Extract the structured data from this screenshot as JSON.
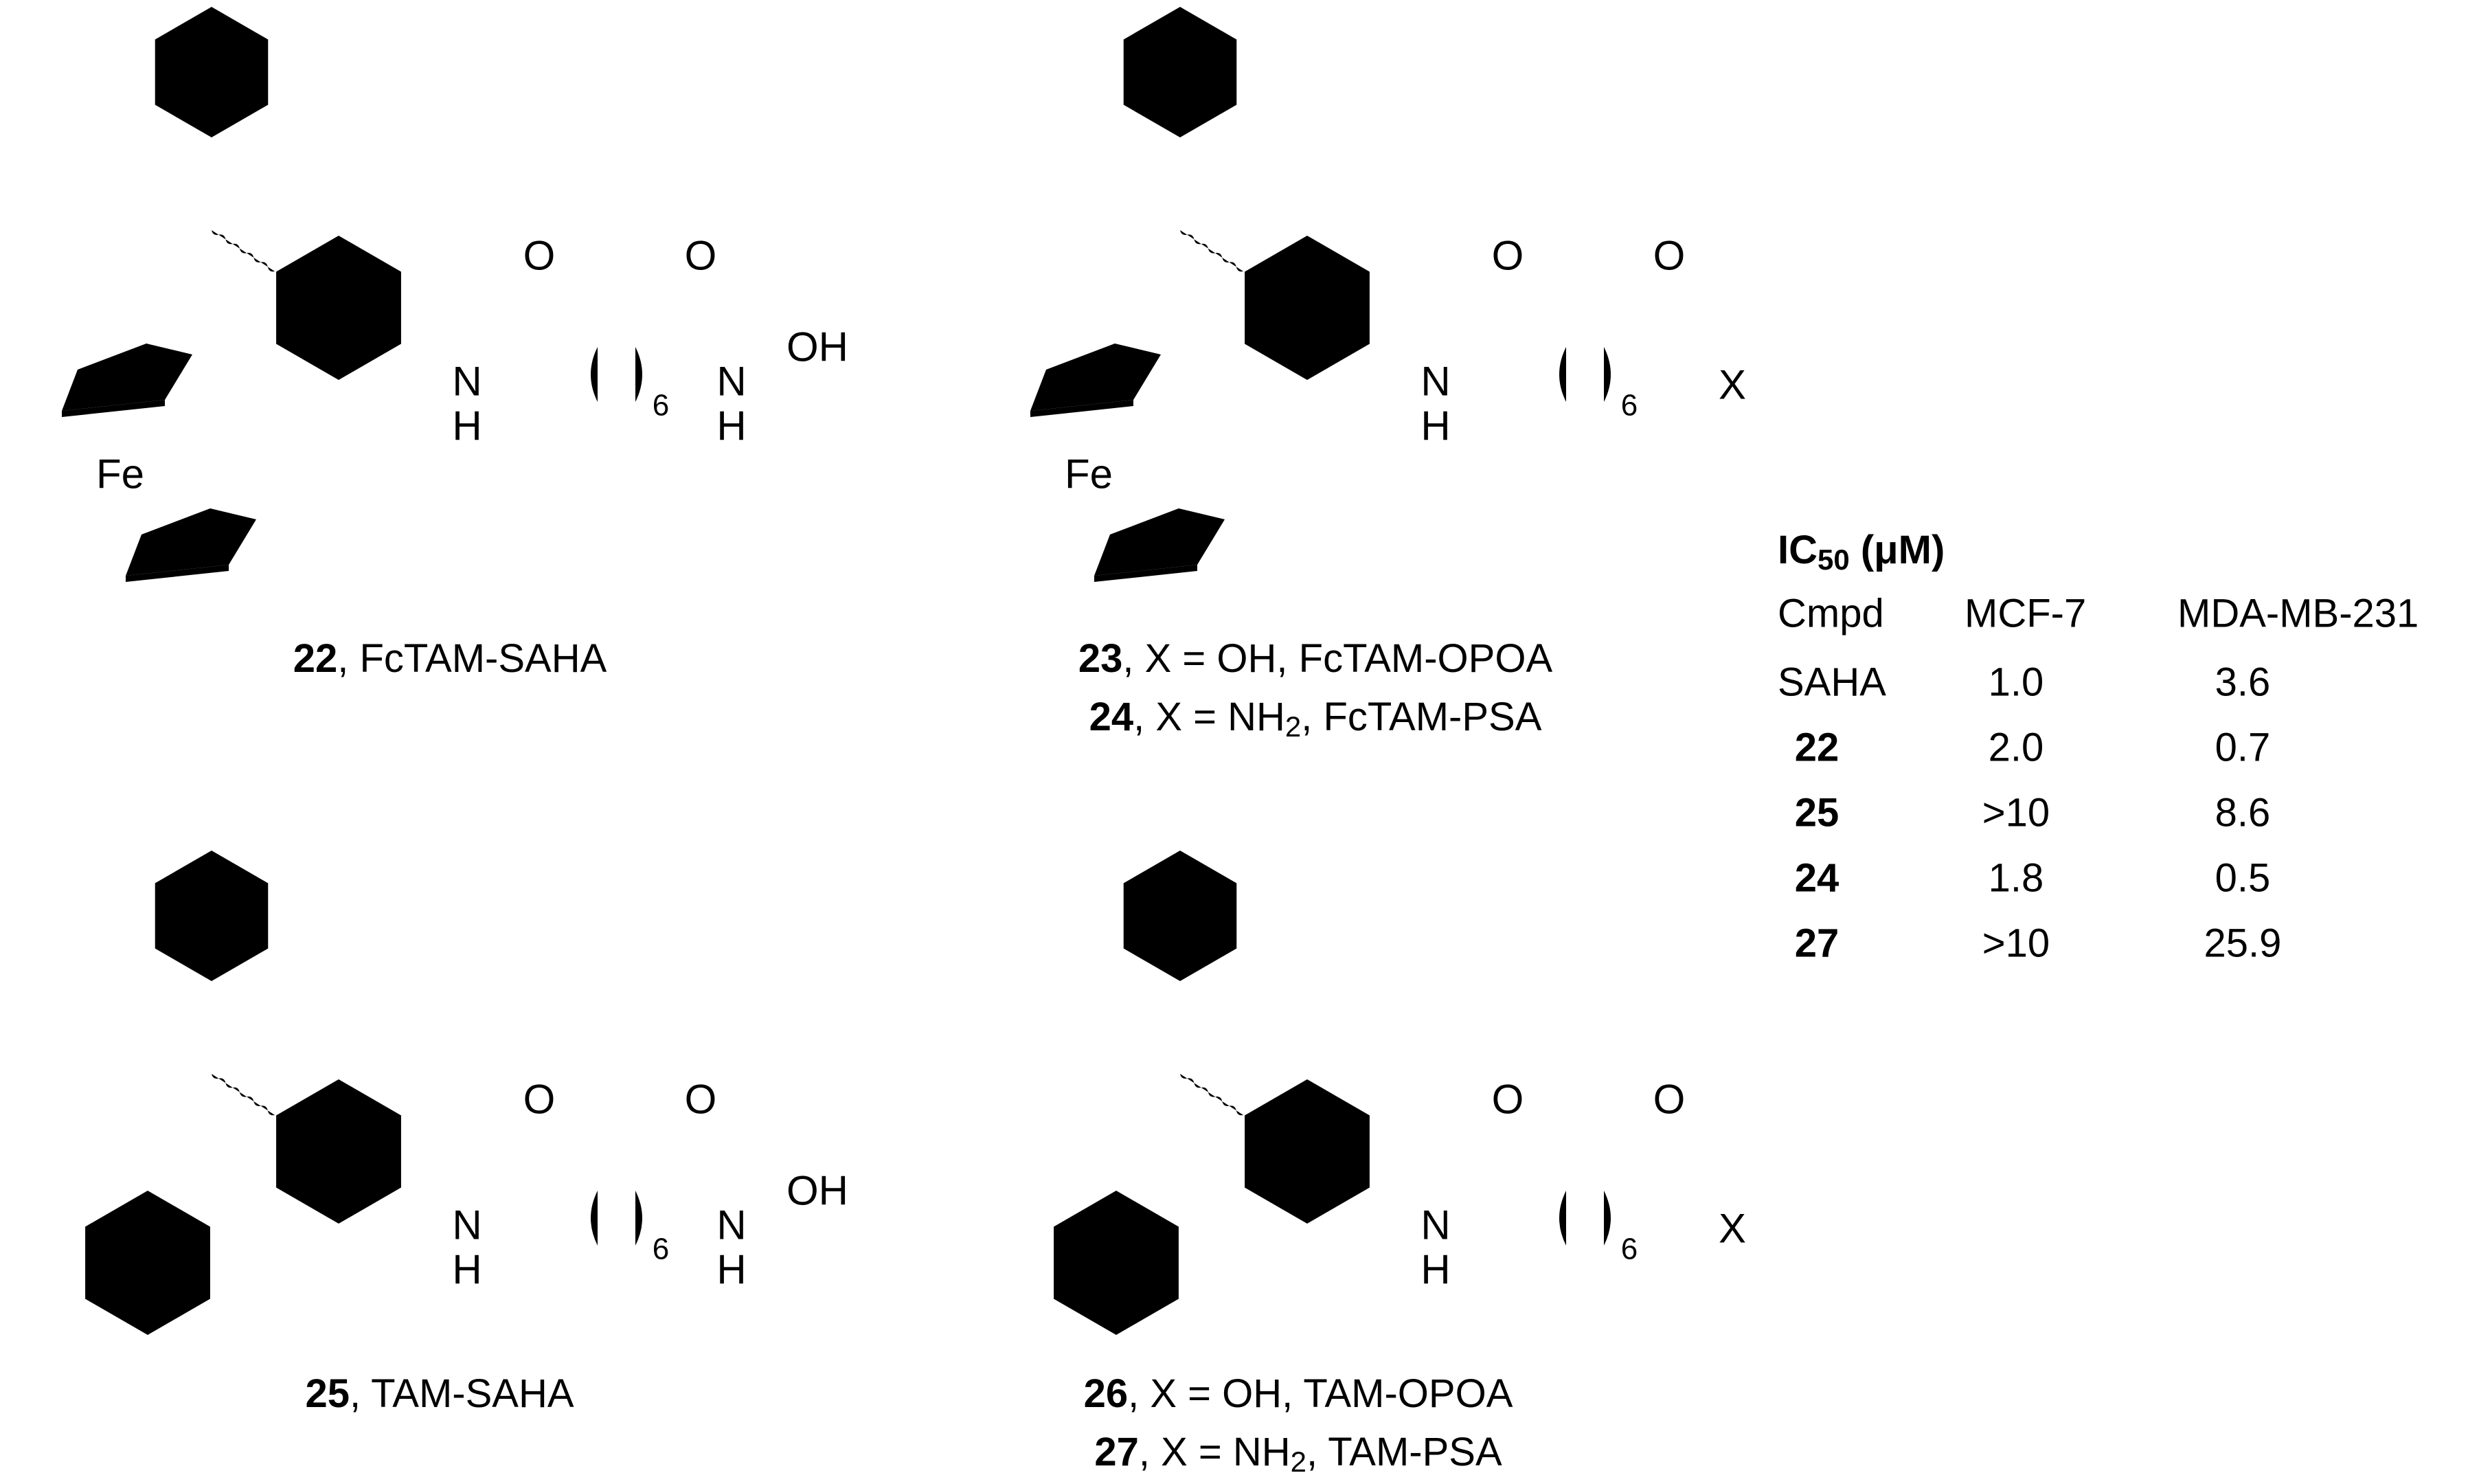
{
  "structures": [
    {
      "id": "s22",
      "variant": "ferrocene",
      "terminal": "hydroxamic",
      "labels": [
        "22"
      ],
      "names": [
        "FcTAM-SAHA"
      ],
      "xs": [
        ""
      ]
    },
    {
      "id": "s23",
      "variant": "ferrocene",
      "terminal": "X",
      "labels": [
        "23",
        "24"
      ],
      "names": [
        "FcTAM-OPOA",
        "FcTAM-PSA"
      ],
      "xs": [
        "X = OH,",
        "X = NH"
      ]
    },
    {
      "id": "s25",
      "variant": "phenyl",
      "terminal": "hydroxamic",
      "labels": [
        "25"
      ],
      "names": [
        "TAM-SAHA"
      ],
      "xs": [
        ""
      ]
    },
    {
      "id": "s26",
      "variant": "phenyl",
      "terminal": "X",
      "labels": [
        "26",
        "27"
      ],
      "names": [
        "TAM-OPOA",
        "TAM-PSA"
      ],
      "xs": [
        "X = OH,",
        "X = NH"
      ]
    }
  ],
  "atoms": {
    "O": "O",
    "N": "N",
    "H": "H",
    "OH": "OH",
    "X": "X",
    "Fe": "Fe",
    "repeat": "6",
    "nh2_sub": "2"
  },
  "table": {
    "title_prefix": "IC",
    "title_sub": "50",
    "title_suffix": "(μM)",
    "headers": [
      "Cmpd",
      "MCF-7",
      "MDA-MB-231"
    ],
    "rows": [
      {
        "cmpd": "SAHA",
        "bold": false,
        "mcf7": "1.0",
        "mda": "3.6"
      },
      {
        "cmpd": "22",
        "bold": true,
        "mcf7": "2.0",
        "mda": "0.7"
      },
      {
        "cmpd": "25",
        "bold": true,
        "mcf7": ">10",
        "mda": "8.6"
      },
      {
        "cmpd": "24",
        "bold": true,
        "mcf7": "1.8",
        "mda": "0.5"
      },
      {
        "cmpd": "27",
        "bold": true,
        "mcf7": ">10",
        "mda": "25.9"
      }
    ]
  }
}
